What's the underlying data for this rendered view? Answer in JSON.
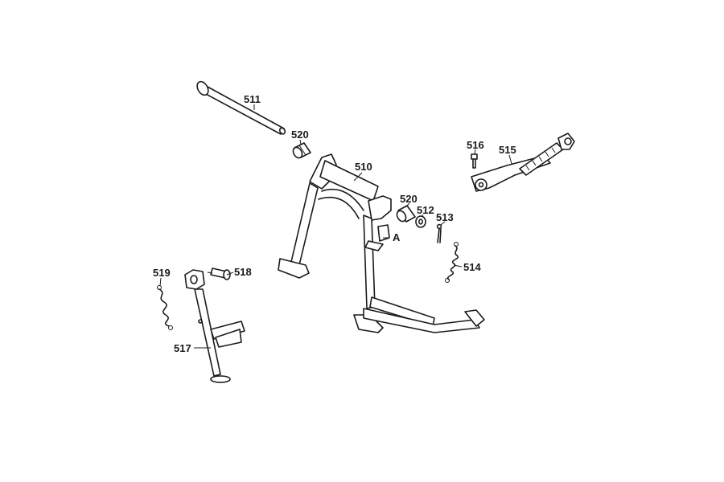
{
  "callouts": {
    "c510": "510",
    "c511": "511",
    "c512": "512",
    "c513": "513",
    "c514": "514",
    "c515": "515",
    "c516": "516",
    "c517": "517",
    "c518": "518",
    "c519": "519",
    "c520a": "520",
    "c520b": "520",
    "ca": "A"
  }
}
